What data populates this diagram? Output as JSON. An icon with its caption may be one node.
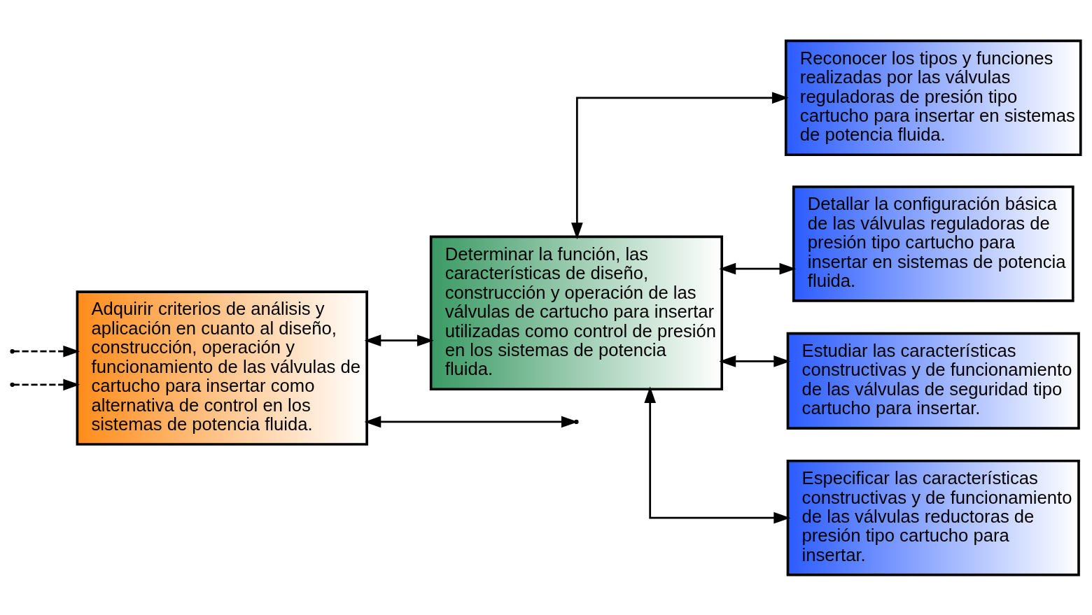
{
  "diagram": {
    "nodes": [
      {
        "text": [
          "Adquirir criterios de análisis y aplicación en cuanto al diseño, construcción, operación y funcionamiento de las válvulas de cartucho para insertar como alternativa de control en los sistemas de potencia fluida."
        ]
      },
      {
        "text": [
          "Determinar la función, las características de diseño, construcción y operación de las válvulas de cartucho para insertar utilizadas como control de presión en los sistemas de potencia fluida."
        ]
      },
      {
        "text": [
          "Reconocer los tipos y funciones realizadas por las válvulas reguladoras de presión tipo cartucho para insertar en sistemas de potencia fluida."
        ]
      },
      {
        "text": [
          "Detallar la configuración básica de las válvulas reguladoras de presión tipo cartucho para insertar en sistemas de potencia fluida."
        ]
      },
      {
        "text": [
          "Estudiar las características constructivas y de funcionamiento de las válvulas de seguridad tipo cartucho para insertar."
        ]
      },
      {
        "text": [
          "Especificar las características constructivas y de funcionamiento de las válvulas reductoras de presión tipo cartucho para insertar."
        ]
      }
    ],
    "edges": [
      {
        "from": 0,
        "to": null,
        "arrow": "both"
      },
      {
        "from": null,
        "to": 0,
        "arrow": "to",
        "style": "dashed"
      },
      {
        "from": null,
        "to": 0,
        "arrow": "to",
        "style": "dashed"
      },
      {
        "from": 0,
        "to": 1,
        "arrow": "both"
      },
      {
        "from": 1,
        "to": 2,
        "arrow": "both"
      },
      {
        "from": 1,
        "to": 3,
        "arrow": "both"
      },
      {
        "from": 1,
        "to": 4,
        "arrow": "both"
      },
      {
        "from": 1,
        "to": 5,
        "arrow": "both"
      }
    ]
  }
}
